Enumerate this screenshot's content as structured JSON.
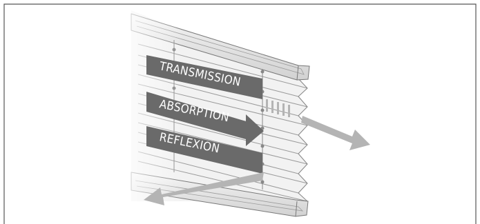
{
  "diagram": {
    "labels": {
      "transmission": "TRANSMISSION",
      "absorption": "ABSORPTION",
      "reflexion": "REFLEXION"
    },
    "colors": {
      "frame_border": "#555555",
      "band_dark": "#6a6a6a",
      "arrow_gray": "#b4b4b4",
      "blind_stroke": "#9a9a9a",
      "blind_fill": "#f2f2f2",
      "rail_fill": "#e6e6e6",
      "label_text": "#ffffff"
    }
  }
}
